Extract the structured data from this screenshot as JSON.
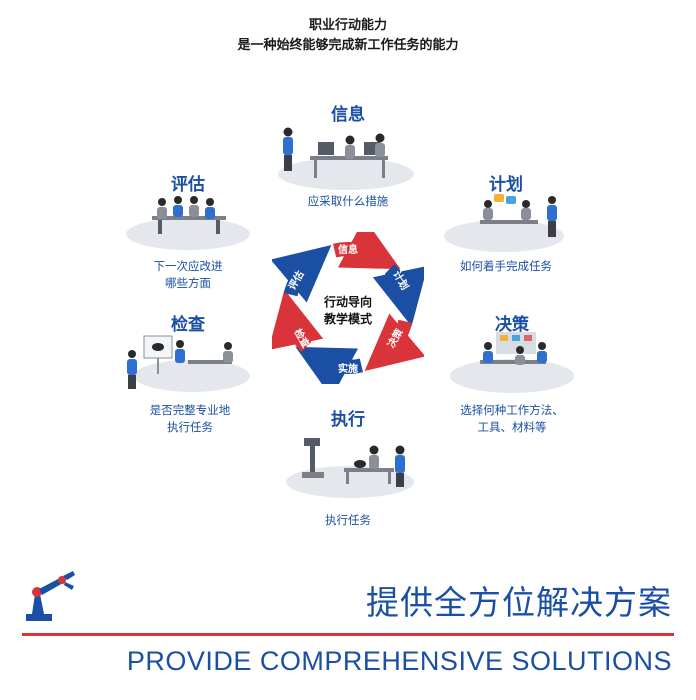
{
  "header": {
    "line1": "职业行动能力",
    "line2": "是一种始终能够完成新工作任务的能力"
  },
  "nodes": {
    "info": {
      "title": "信息",
      "desc": [
        "应采取什么措施"
      ]
    },
    "plan": {
      "title": "计划",
      "desc": [
        "如何着手完成任务"
      ]
    },
    "decide": {
      "title": "决策",
      "desc": [
        "选择何种工作方法、",
        "工具、材料等"
      ]
    },
    "execute": {
      "title": "执行",
      "desc": [
        "执行任务"
      ]
    },
    "check": {
      "title": "检查",
      "desc": [
        "是否完整专业地",
        "执行任务"
      ]
    },
    "evaluate": {
      "title": "评估",
      "desc": [
        "下一次应改进",
        "哪些方面"
      ]
    }
  },
  "cycle": {
    "center": [
      "行动导向",
      "教学模式"
    ],
    "labels": {
      "info": "信息",
      "plan": "计划",
      "decide": "决策",
      "execute": "实施",
      "check": "检查",
      "evaluate": "评估"
    }
  },
  "footer": {
    "cn": "提供全方位解决方案",
    "en": "PROVIDE COMPREHENSIVE SOLUTIONS",
    "icon": "robot-arm-icon"
  },
  "colors": {
    "blue": "#1a4fa3",
    "red": "#d9343a",
    "platform": "#e4e7ec"
  }
}
